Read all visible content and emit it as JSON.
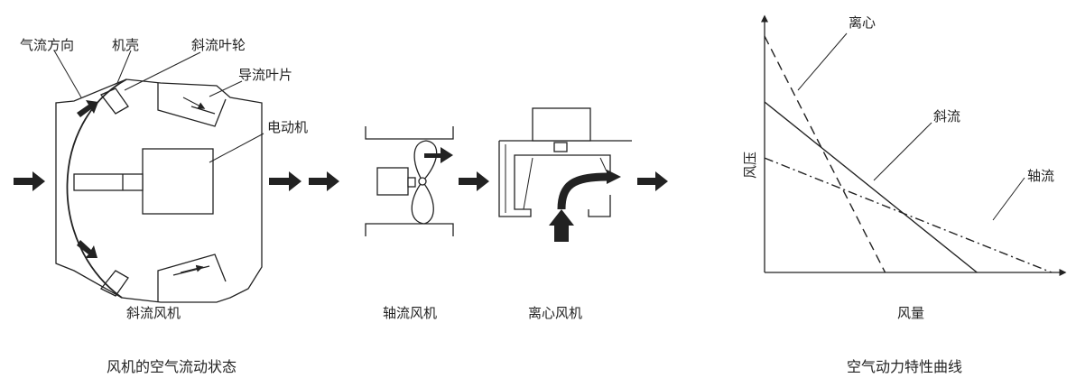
{
  "labels": {
    "airflow_direction": "气流方向",
    "casing": "机壳",
    "mixed_impeller": "斜流叶轮",
    "guide_vane": "导流叶片",
    "motor": "电动机"
  },
  "captions": {
    "mixed_fan": "斜流风机",
    "axial_fan": "轴流风机",
    "centrifugal_fan": "离心风机",
    "left_title": "风机的空气流动状态",
    "right_title": "空气动力特性曲线"
  },
  "chart_data": {
    "type": "line",
    "title": "空气动力特性曲线",
    "xlabel": "风量",
    "ylabel": "风压",
    "ticks": false,
    "grid": false,
    "series": [
      {
        "name": "离心",
        "style": "dashed",
        "points": [
          [
            0,
            0.97
          ],
          [
            0.42,
            0.0
          ]
        ]
      },
      {
        "name": "斜流",
        "style": "solid",
        "points": [
          [
            0,
            0.7
          ],
          [
            0.74,
            0.0
          ]
        ]
      },
      {
        "name": "轴流",
        "style": "dash-dot",
        "points": [
          [
            0,
            0.47
          ],
          [
            1.0,
            0.0
          ]
        ]
      }
    ],
    "colors": {
      "ink": "#222222"
    }
  }
}
